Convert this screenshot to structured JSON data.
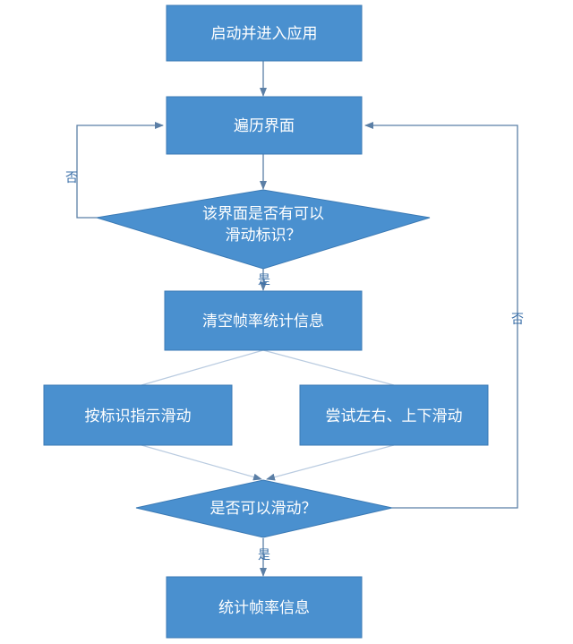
{
  "colors": {
    "node_fill": "#4a90cf",
    "node_stroke": "#3b7ab5",
    "arrow": "#5b7fa6",
    "line_light": "#b9cbe0"
  },
  "nodes": {
    "start": "启动并进入应用",
    "traverse": "遍历界面",
    "check_marker_line1": "该界面是否有可以",
    "check_marker_line2": "滑动标识？",
    "clear_stats": "清空帧率统计信息",
    "swipe_marker": "按标识指示滑动",
    "try_swipe": "尝试左右、上下滑动",
    "can_swipe": "是否可以滑动？",
    "collect_stats": "统计帧率信息"
  },
  "labels": {
    "no_left": "否",
    "yes_1": "是",
    "no_right": "否",
    "yes_2": "是"
  }
}
